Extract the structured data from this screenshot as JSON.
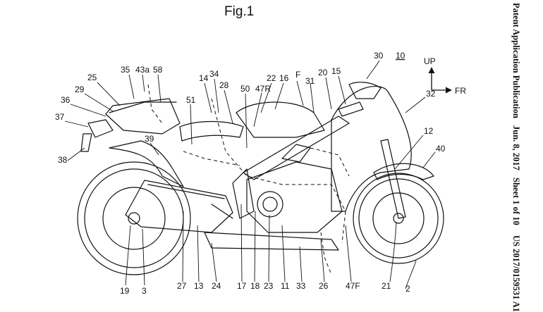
{
  "figure_title": "Fig.1",
  "header": {
    "publication_type": "Patent Application Publication",
    "date": "Jun. 8, 2017",
    "sheet": "Sheet 1 of 10",
    "number": "US 2017/0159531 A1"
  },
  "direction": {
    "up": "UP",
    "forward": "FR"
  },
  "reference_numerals": [
    "10",
    "30",
    "15",
    "20",
    "F",
    "31",
    "16",
    "22",
    "47R",
    "50",
    "28",
    "34",
    "14",
    "58",
    "43a",
    "35",
    "25",
    "29",
    "36",
    "37",
    "38",
    "51",
    "39",
    "32",
    "12",
    "40",
    "21",
    "2",
    "47F",
    "26",
    "33",
    "11",
    "23",
    "18",
    "17",
    "24",
    "13",
    "27",
    "3",
    "19"
  ]
}
